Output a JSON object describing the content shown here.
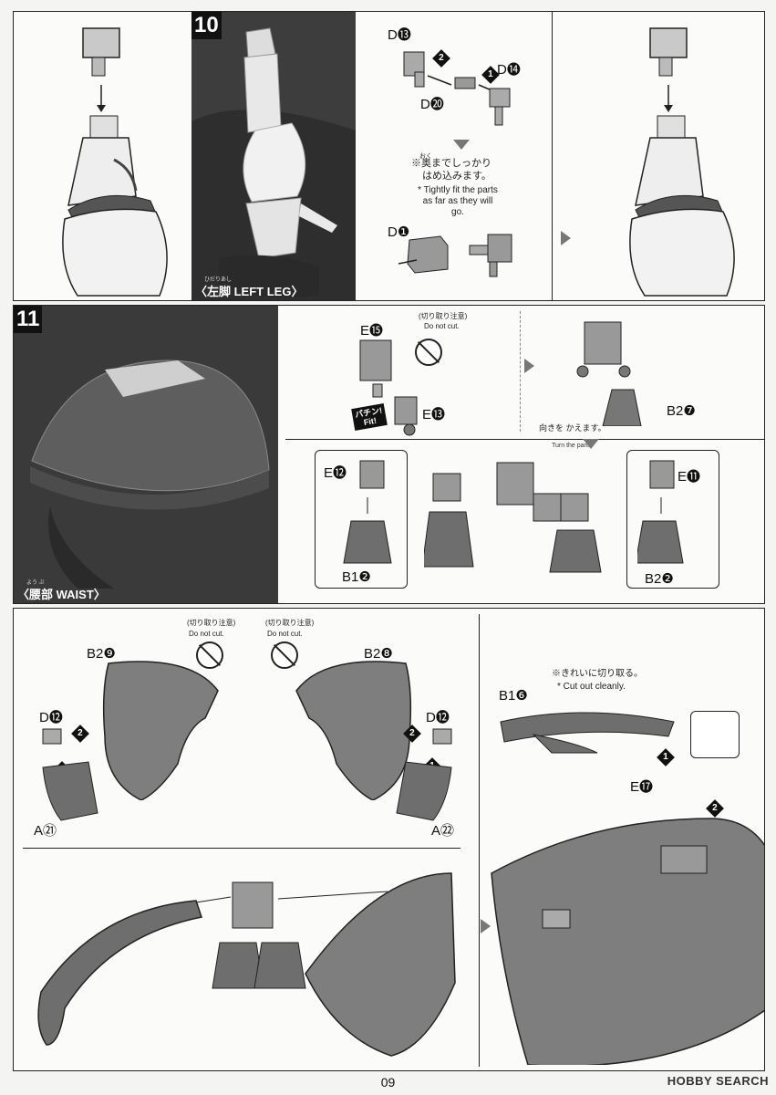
{
  "step10": {
    "number": "10",
    "caption": "〈左脚 LEFT LEG〉",
    "caption_ruby": "ひだりあし",
    "parts": {
      "d13": "D⓭",
      "d14": "D⓮",
      "d20": "D⓴",
      "d1": "D❶"
    },
    "note_jp_ruby": "おく",
    "note_jp_line1": "※奥までしっかり",
    "note_jp_line2": "はめ込みます。",
    "note_en": "* Tightly fit the parts as far as they will go."
  },
  "step11": {
    "number": "11",
    "caption": "〈腰部 WAIST〉",
    "caption_ruby": "よう ぶ",
    "parts": {
      "e15": "E⓯",
      "e13": "E⓭",
      "b27": "B2❼",
      "e12": "E⓬",
      "e11": "E⓫",
      "b12": "B1❷",
      "b22": "B2❷"
    },
    "nocut_jp": "(切り取り注意)",
    "nocut_en": "Do not cut.",
    "fit_badge_jp": "パチン!",
    "fit_badge_en": "Fit!",
    "turn_jp": "向きを かえます。",
    "turn_en": "Turn the parts."
  },
  "step12": {
    "parts": {
      "b29": "B2❾",
      "b28": "B2❽",
      "d12a": "D⓬",
      "d12b": "D⓬",
      "a21": "A㉑",
      "a22": "A㉒",
      "b16": "B1❻",
      "e17": "E⓱"
    },
    "nocut_jp": "(切り取り注意)",
    "nocut_en": "Do not cut.",
    "cut_jp": "※きれいに切り取る。",
    "cut_en": "* Cut out cleanly."
  },
  "step_badges": {
    "one": "1",
    "two": "2"
  },
  "page_number": "09",
  "watermark": "HOBBY SEARCH",
  "colors": {
    "part_gray": "#8c8c8c",
    "photo_dark": "#3a3a3a",
    "panel_bg": "#fbfbf9"
  }
}
